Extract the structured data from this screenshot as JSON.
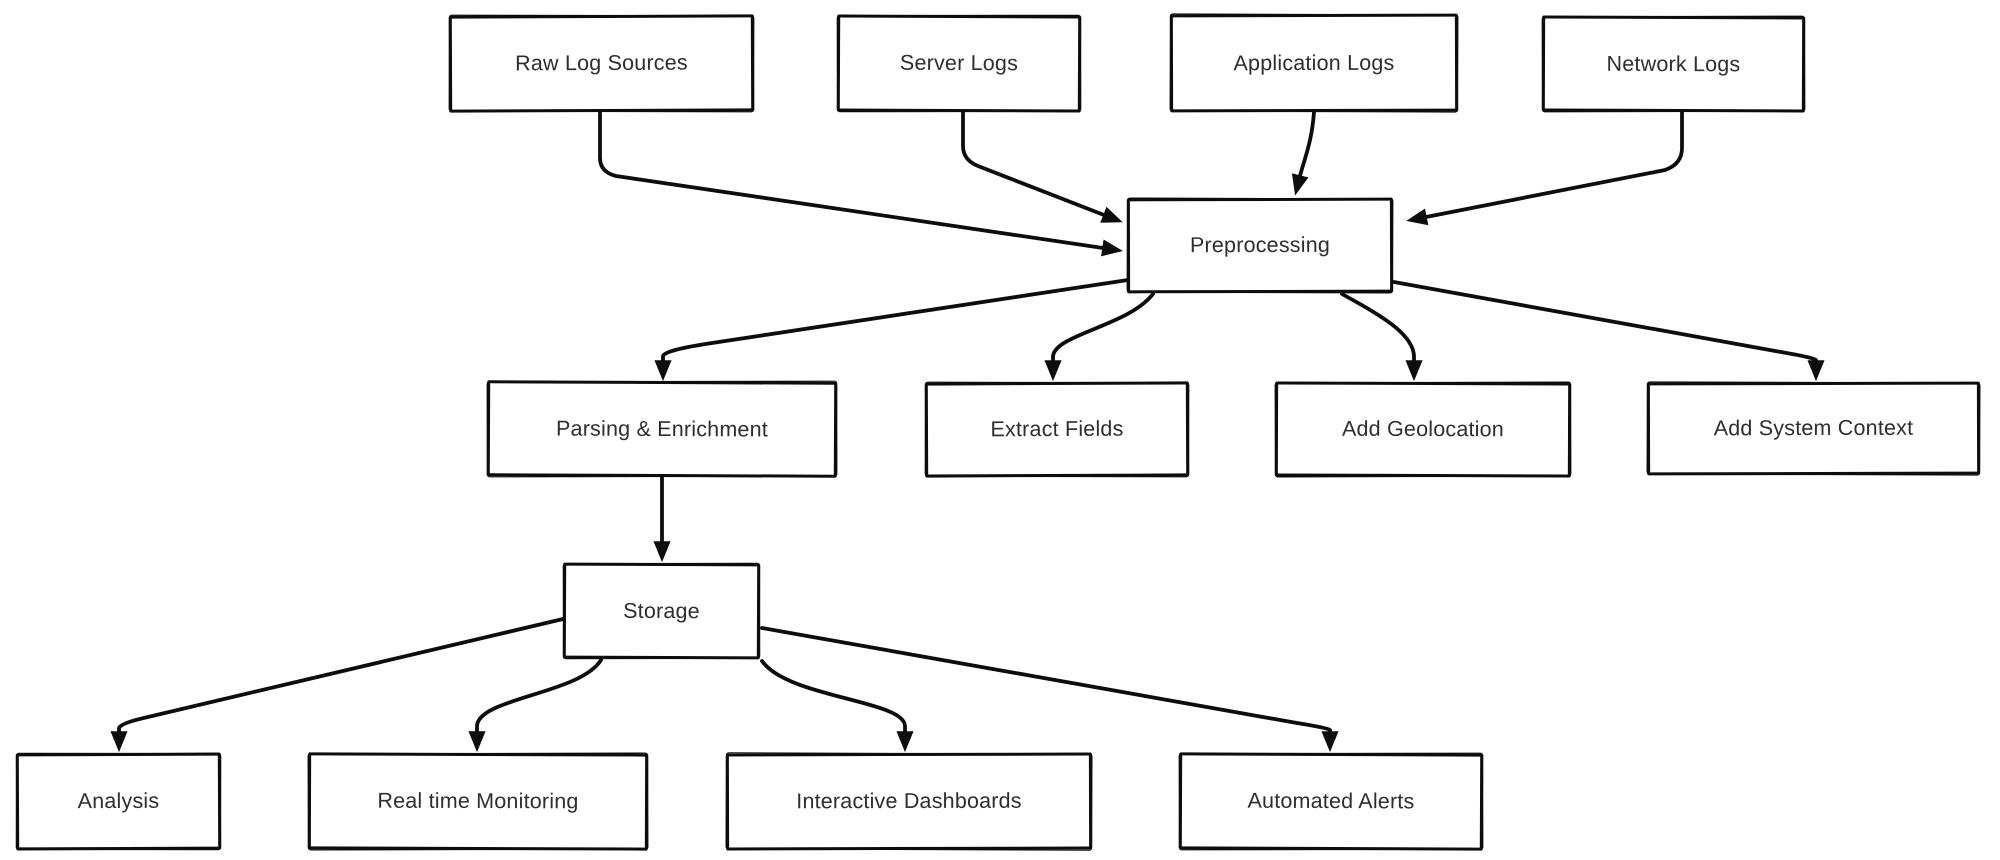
{
  "diagram": {
    "title": "",
    "background_color": "#ffffff",
    "stroke_color": "#0d0d0d",
    "text_color": "#2e2e2e",
    "style": "hand-drawn flowchart",
    "nodes": {
      "raw_log_sources": {
        "label": "Raw Log Sources"
      },
      "server_logs": {
        "label": "Server Logs"
      },
      "application_logs": {
        "label": "Application Logs"
      },
      "network_logs": {
        "label": "Network Logs"
      },
      "preprocessing": {
        "label": "Preprocessing"
      },
      "parsing_enrichment": {
        "label": "Parsing & Enrichment"
      },
      "extract_fields": {
        "label": "Extract Fields"
      },
      "add_geolocation": {
        "label": "Add Geolocation"
      },
      "add_system_context": {
        "label": "Add System Context"
      },
      "storage": {
        "label": "Storage"
      },
      "analysis": {
        "label": "Analysis"
      },
      "real_time_monitoring": {
        "label": "Real time Monitoring"
      },
      "interactive_dashboards": {
        "label": "Interactive Dashboards"
      },
      "automated_alerts": {
        "label": "Automated Alerts"
      }
    },
    "edges": [
      {
        "from": "raw_log_sources",
        "to": "preprocessing"
      },
      {
        "from": "server_logs",
        "to": "preprocessing"
      },
      {
        "from": "application_logs",
        "to": "preprocessing"
      },
      {
        "from": "network_logs",
        "to": "preprocessing"
      },
      {
        "from": "preprocessing",
        "to": "parsing_enrichment"
      },
      {
        "from": "preprocessing",
        "to": "extract_fields"
      },
      {
        "from": "preprocessing",
        "to": "add_geolocation"
      },
      {
        "from": "preprocessing",
        "to": "add_system_context"
      },
      {
        "from": "parsing_enrichment",
        "to": "storage"
      },
      {
        "from": "storage",
        "to": "analysis"
      },
      {
        "from": "storage",
        "to": "real_time_monitoring"
      },
      {
        "from": "storage",
        "to": "interactive_dashboards"
      },
      {
        "from": "storage",
        "to": "automated_alerts"
      }
    ]
  }
}
